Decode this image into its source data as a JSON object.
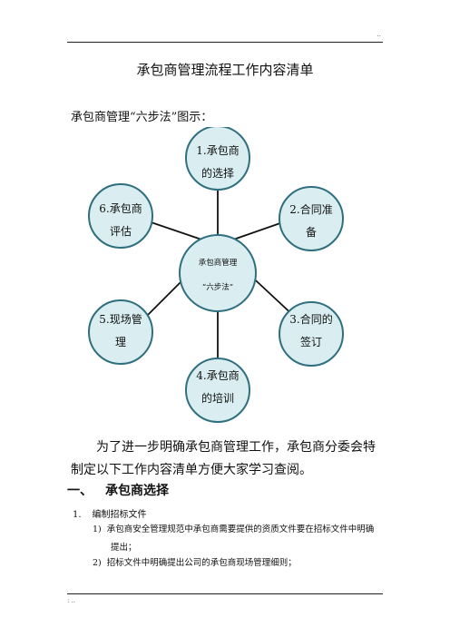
{
  "header": {
    "mark": ".."
  },
  "footer": {
    "mark": ": .."
  },
  "title": "承包商管理流程工作内容清单",
  "intro": "承包商管理“六步法”图示：",
  "diagram": {
    "center": {
      "line1": "承包商管理",
      "line2": "“六步法”"
    },
    "nodes": [
      {
        "line1": "1.承包商",
        "line2": "的选择"
      },
      {
        "line1": "2.合同准",
        "line2": "备"
      },
      {
        "line1": "3.合同的",
        "line2": "签订"
      },
      {
        "line1": "4.承包商",
        "line2": "的培训"
      },
      {
        "line1": "5.现场管",
        "line2": "理"
      },
      {
        "line1": "6.承包商",
        "line2": "评估"
      }
    ],
    "colors": {
      "fill": "#daeef1",
      "stroke": "#2f6f7e"
    }
  },
  "para1": "为了进一步明确承包商管理工作，承包商分委会特制定以下工作内容清单方便大家学习查阅。",
  "section1": {
    "num": "一、",
    "title": "承包商选择"
  },
  "item1": {
    "num": "1.",
    "text": "编制招标文件"
  },
  "subitems": [
    {
      "num": "1)",
      "text": "承包商安全管理规范中承包商需要提供的资质文件要在招标文件中明确",
      "cont": "提出；"
    },
    {
      "num": "2)",
      "text": "招标文件中明确提出公司的承包商现场管理细则；",
      "cont": ""
    }
  ]
}
